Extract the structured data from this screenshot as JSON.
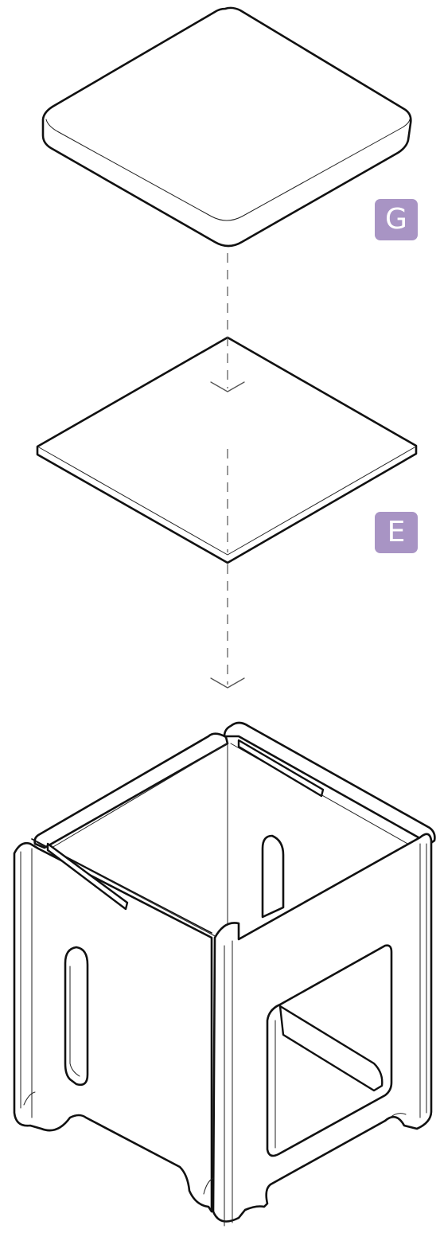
{
  "labels": {
    "g": "G",
    "e": "E"
  },
  "colors": {
    "badge": "#a894c4",
    "line": "#111111",
    "background": "#ffffff"
  },
  "parts": [
    "cushion",
    "top-board",
    "frame"
  ]
}
